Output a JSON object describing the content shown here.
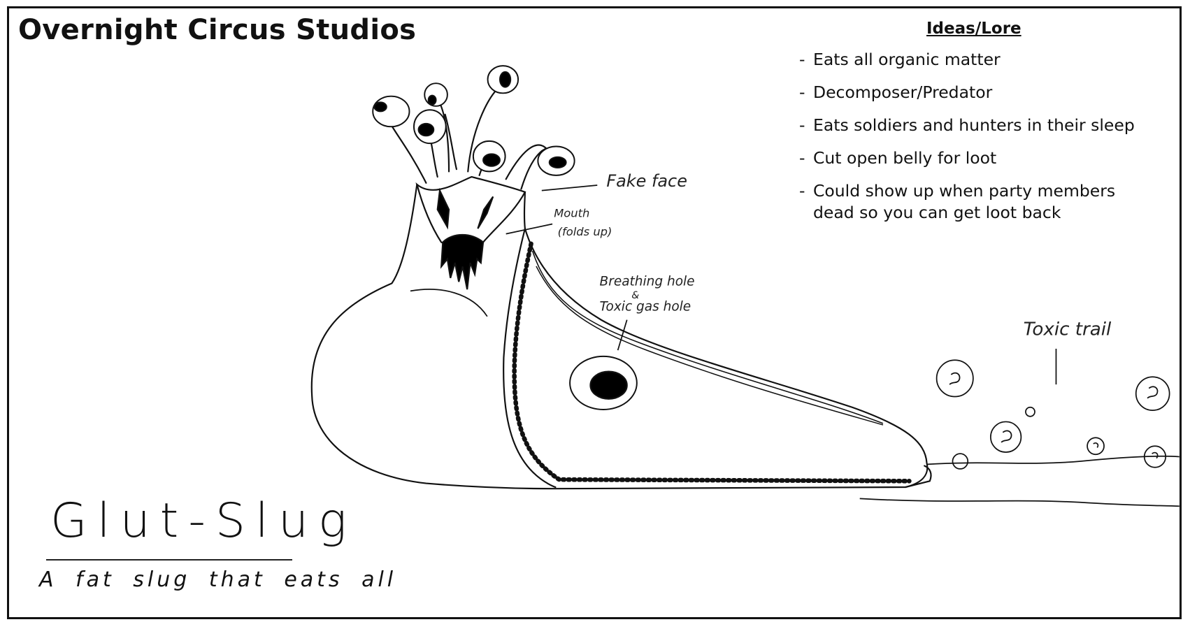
{
  "header": {
    "title": "Overnight Circus Studios"
  },
  "lore": {
    "title": "Ideas/Lore",
    "items": [
      "Eats all organic matter",
      "Decomposer/Predator",
      "Eats soldiers and hunters in their sleep",
      "Cut open belly for loot",
      "Could show up when party members dead so you can get loot back"
    ]
  },
  "annotations": {
    "fake_face": "Fake face",
    "mouth_line1": "Mouth",
    "mouth_line2": "(folds up)",
    "breathing_line1": "Breathing hole",
    "breathing_amp": "&",
    "breathing_line2": "Toxic gas hole",
    "toxic_trail": "Toxic trail"
  },
  "creature": {
    "name": "Glut-Slug",
    "tagline": "A fat slug that eats all"
  }
}
